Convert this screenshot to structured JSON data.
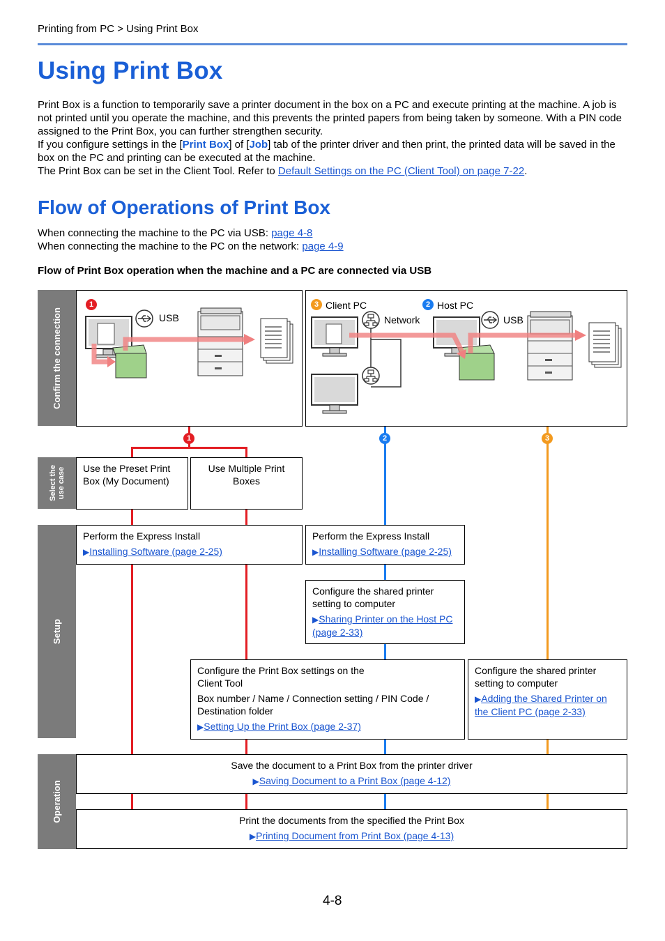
{
  "breadcrumb": "Printing from PC > Using Print Box",
  "title": "Using Print Box",
  "intro": {
    "p1": "Print Box is a function to temporarily save a printer document in the box on a PC and execute printing at the machine. A job is not printed until you operate the machine, and this prevents the printed papers from being taken by someone. With a PIN code assigned to the Print Box, you can further strengthen security.",
    "p2_a": "If you configure settings in the [",
    "p2_kw1": "Print Box",
    "p2_b": "] of [",
    "p2_kw2": "Job",
    "p2_c": "] tab of the printer driver and then print, the printed data will be saved in the box on the PC and printing can be executed at the machine.",
    "p3_a": "The Print Box can be set in the Client Tool. Refer to ",
    "p3_link": "Default Settings on the PC (Client Tool) on page 7-22",
    "p3_b": "."
  },
  "section_title": "Flow of Operations of Print Box",
  "connect": {
    "usb_text": "When connecting the machine to the PC via USB: ",
    "usb_link": "page 4-8",
    "net_text": "When connecting the machine to the PC on the network: ",
    "net_link": "page 4-9"
  },
  "subheading": "Flow of Print Box operation when the machine and a PC are connected via USB",
  "sidebar": {
    "confirm": "Confirm the connection",
    "select": "Select the use case",
    "setup": "Setup",
    "operation": "Operation"
  },
  "diagram": {
    "usb": "USB",
    "client_pc": "Client PC",
    "host_pc": "Host PC",
    "network": "Network",
    "badges": [
      "1",
      "2",
      "3"
    ]
  },
  "boxes": {
    "preset": "Use the Preset Print Box (My Document)",
    "multiple": "Use Multiple Print Boxes",
    "express1_title": "Perform the Express Install",
    "express1_link": "Installing Software (page 2-25)",
    "express2_title": "Perform the Express Install",
    "express2_link": "Installing Software (page 2-25)",
    "shared_host_title": "Configure the shared printer setting to computer",
    "shared_host_link": "Sharing Printer on the Host PC (page 2-33)",
    "printbox_settings_title": "Configure the Print Box settings on the Client Tool",
    "printbox_settings_detail": "Box number / Name / Connection setting / PIN Code / Destination folder",
    "printbox_settings_link": "Setting Up the Print Box (page 2-37)",
    "shared_client_title": "Configure the shared printer setting to computer",
    "shared_client_link": "Adding the Shared Printer on the Client PC (page 2-33)",
    "save_title": "Save the document to a Print Box from the printer driver",
    "save_link": "Saving Document to a Print Box (page 4-12)",
    "print_title": "Print the documents from the specified the Print Box",
    "print_link": "Printing Document from Print Box (page 4-13)"
  },
  "page_number": "4-8",
  "colors": {
    "heading": "#1a5fd6",
    "link": "#1a55d0",
    "case1": "#e31e24",
    "case2": "#1a7cf0",
    "case3": "#f39a1e",
    "sidebar": "#7b7b7b"
  }
}
